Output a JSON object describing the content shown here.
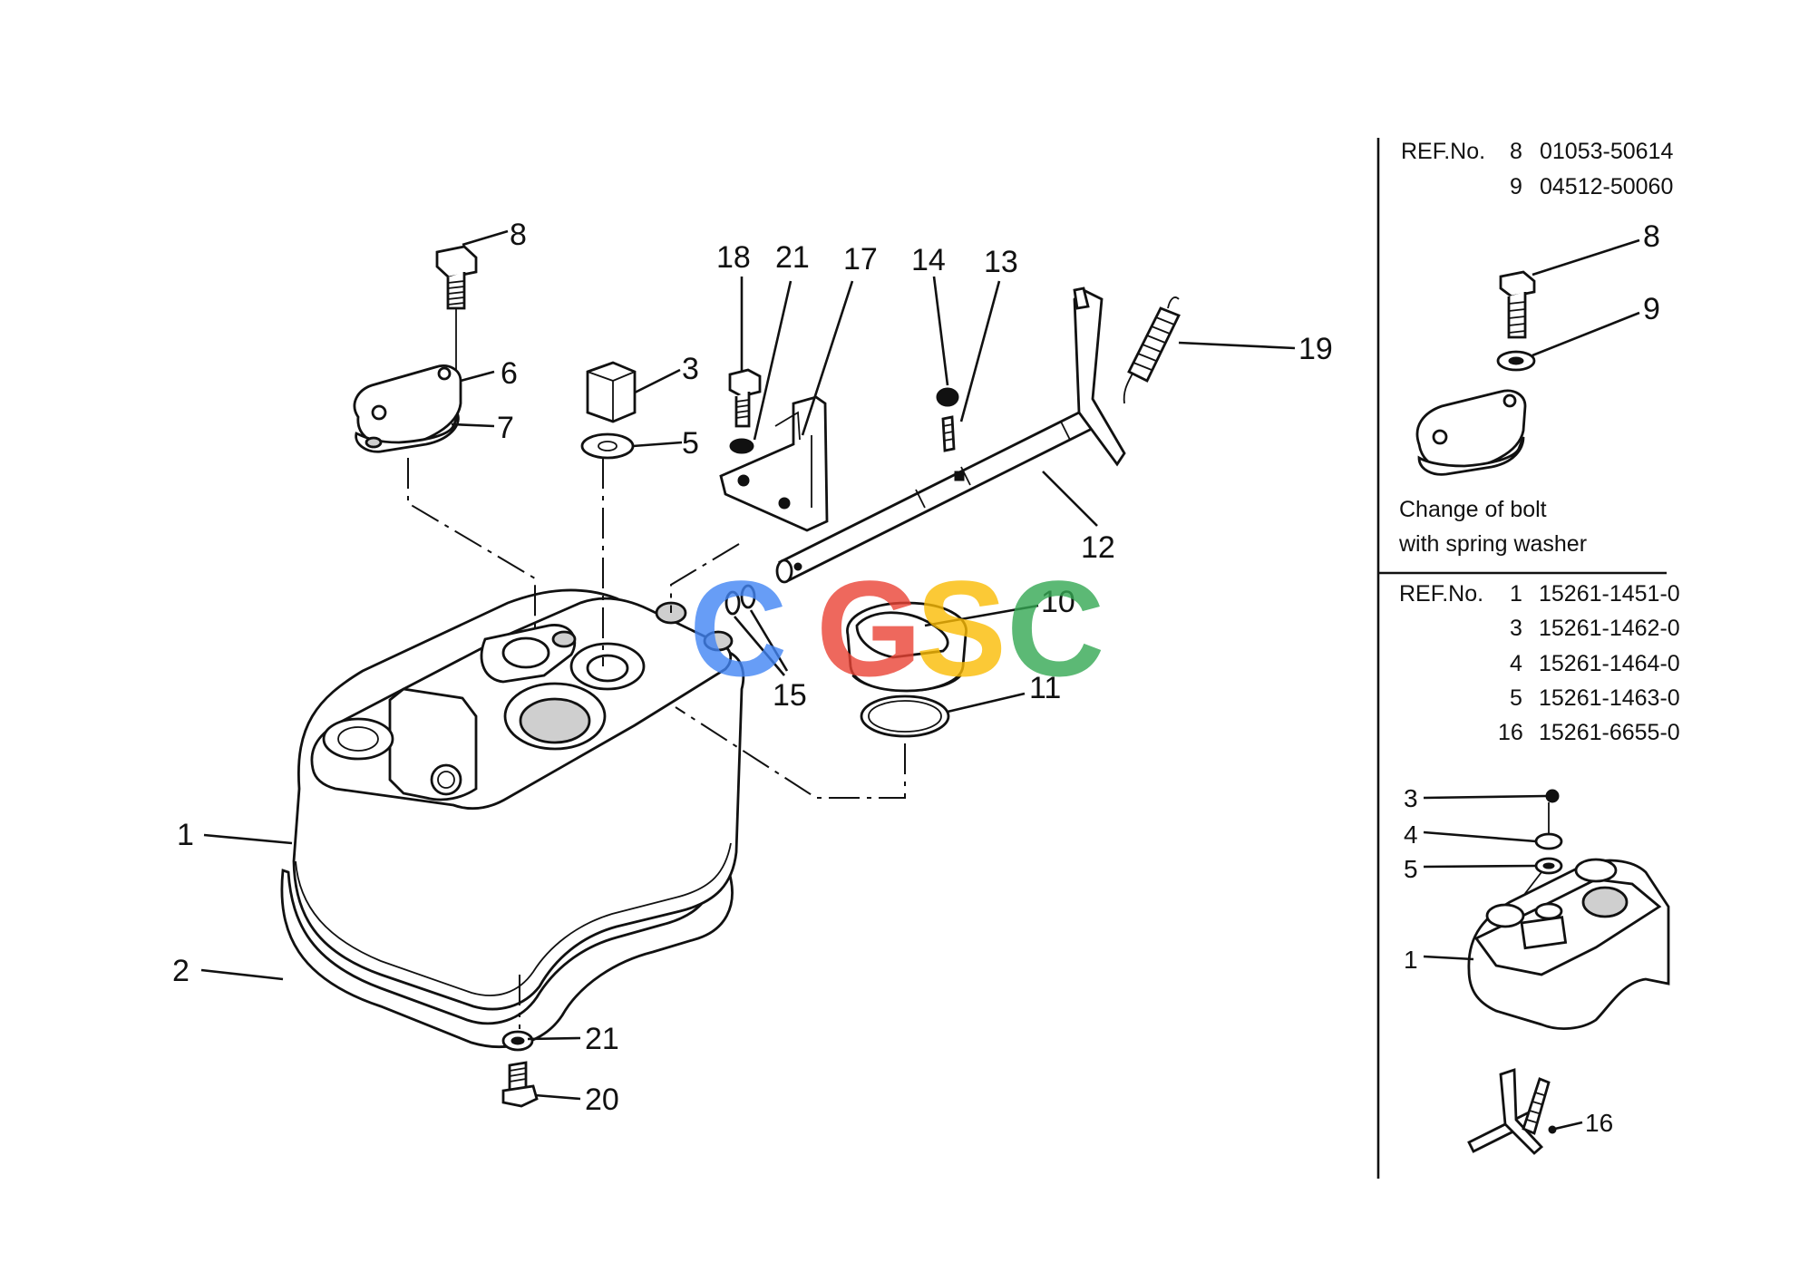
{
  "callouts": {
    "c1": "1",
    "c2": "2",
    "c3": "3",
    "c5": "5",
    "c6": "6",
    "c7": "7",
    "c8": "8",
    "c10": "10",
    "c11": "11",
    "c12": "12",
    "c13": "13",
    "c14": "14",
    "c15": "15",
    "c17": "17",
    "c18": "18",
    "c19": "19",
    "c20": "20",
    "c21a": "21",
    "c21b": "21"
  },
  "side_panel": {
    "top_ref": {
      "label": "REF.No.",
      "rows": [
        {
          "ref": "8",
          "part": "01053-50614"
        },
        {
          "ref": "9",
          "part": "04512-50060"
        }
      ]
    },
    "top_callouts": {
      "c8": "8",
      "c9": "9"
    },
    "note_line1": "Change of bolt",
    "note_line2": "with spring washer",
    "bottom_ref": {
      "label": "REF.No.",
      "rows": [
        {
          "ref": "1",
          "part": "15261-1451-0"
        },
        {
          "ref": "3",
          "part": "15261-1462-0"
        },
        {
          "ref": "4",
          "part": "15261-1464-0"
        },
        {
          "ref": "5",
          "part": "15261-1463-0"
        },
        {
          "ref": "16",
          "part": "15261-6655-0"
        }
      ]
    },
    "bottom_callouts": {
      "c3": "3",
      "c4": "4",
      "c5": "5",
      "c1": "1",
      "c16": "16"
    }
  },
  "watermark": {
    "letters": [
      "C",
      "G",
      "S",
      "C"
    ],
    "colors": [
      "#4285f4",
      "#ea4335",
      "#fbbc05",
      "#34a853"
    ]
  }
}
